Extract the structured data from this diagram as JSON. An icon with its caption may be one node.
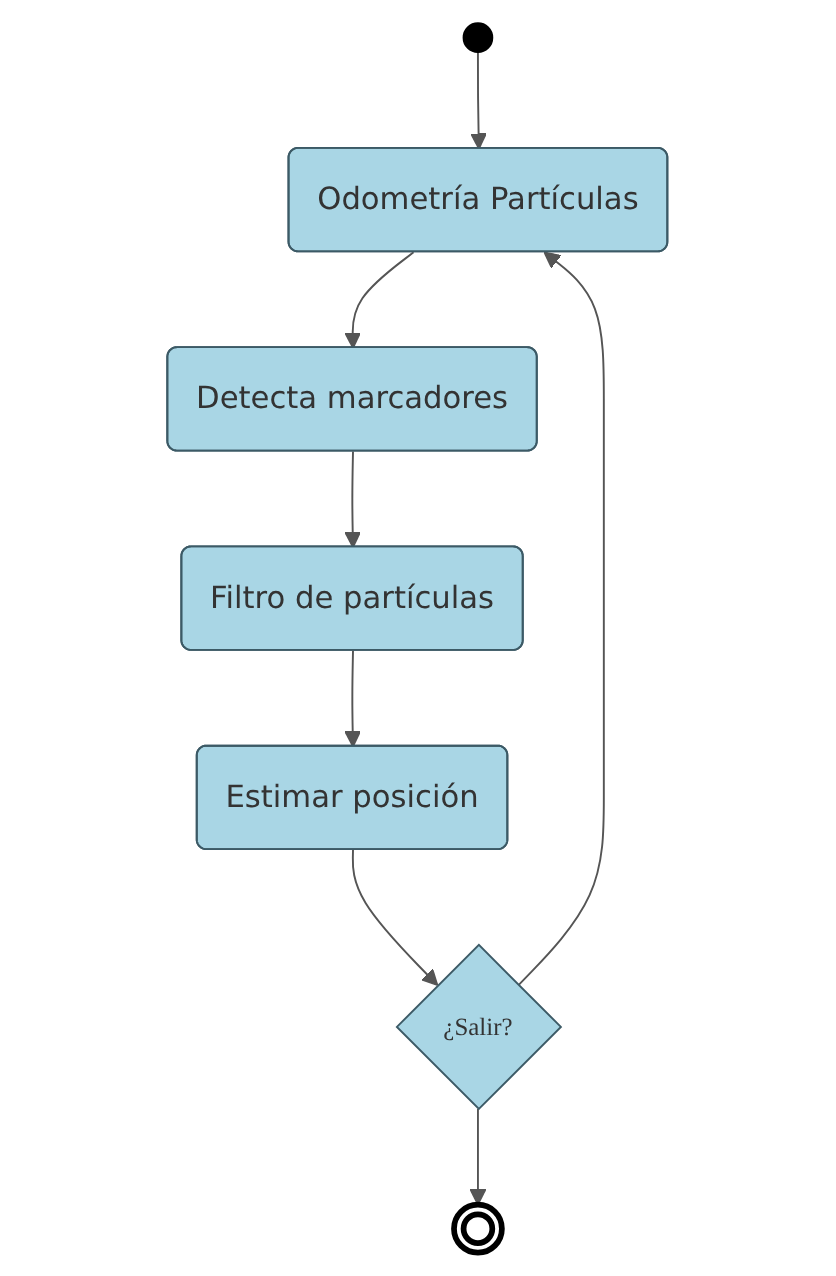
{
  "diagram": {
    "nodes": [
      {
        "text": [],
        "shape": "circle"
      },
      {
        "text": [
          "Odometría Partículas"
        ]
      },
      {
        "text": [
          "Detecta marcadores"
        ]
      },
      {
        "text": [
          "Filtro de partículas"
        ]
      },
      {
        "text": [
          "Estimar posición"
        ]
      },
      {
        "text": [
          "¿Salir?"
        ]
      },
      {
        "text": [],
        "shape": "circle"
      }
    ],
    "edges": [
      {
        "from": 0,
        "to": 1,
        "arrow": "to"
      },
      {
        "from": 1,
        "to": 2,
        "arrow": "to"
      },
      {
        "from": 2,
        "to": 3,
        "arrow": "to"
      },
      {
        "from": 3,
        "to": 4,
        "arrow": "to"
      },
      {
        "from": 4,
        "to": 5,
        "arrow": "to"
      },
      {
        "from": 5,
        "to": 6,
        "arrow": "to"
      },
      {
        "from": 5,
        "to": 1,
        "arrow": "to"
      }
    ]
  }
}
